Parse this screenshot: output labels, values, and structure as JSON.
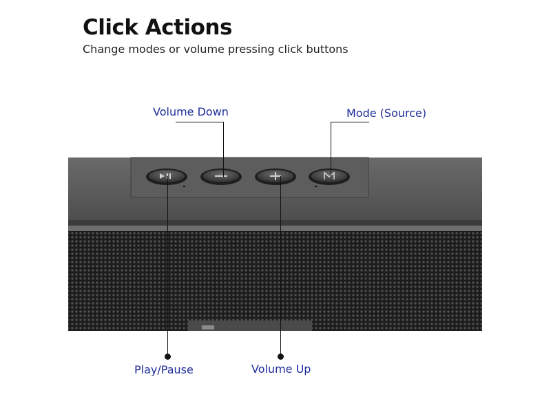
{
  "header": {
    "title": "Click Actions",
    "subtitle": "Change modes or volume pressing click buttons"
  },
  "callouts": {
    "volume_down": "Volume Down",
    "mode_source": "Mode (Source)",
    "play_pause": "Play/Pause",
    "volume_up": "Volume Up"
  },
  "buttons": [
    {
      "name": "play-pause-button",
      "icon": "play-pause-icon"
    },
    {
      "name": "volume-down-button",
      "icon": "minus-icon"
    },
    {
      "name": "volume-up-button",
      "icon": "plus-icon"
    },
    {
      "name": "mode-button",
      "icon": "mode-m-icon"
    }
  ],
  "colors": {
    "callout_text": "#1f2d9a",
    "speaker_body": "#5a5a5a",
    "grille": "#3a3a3a"
  }
}
